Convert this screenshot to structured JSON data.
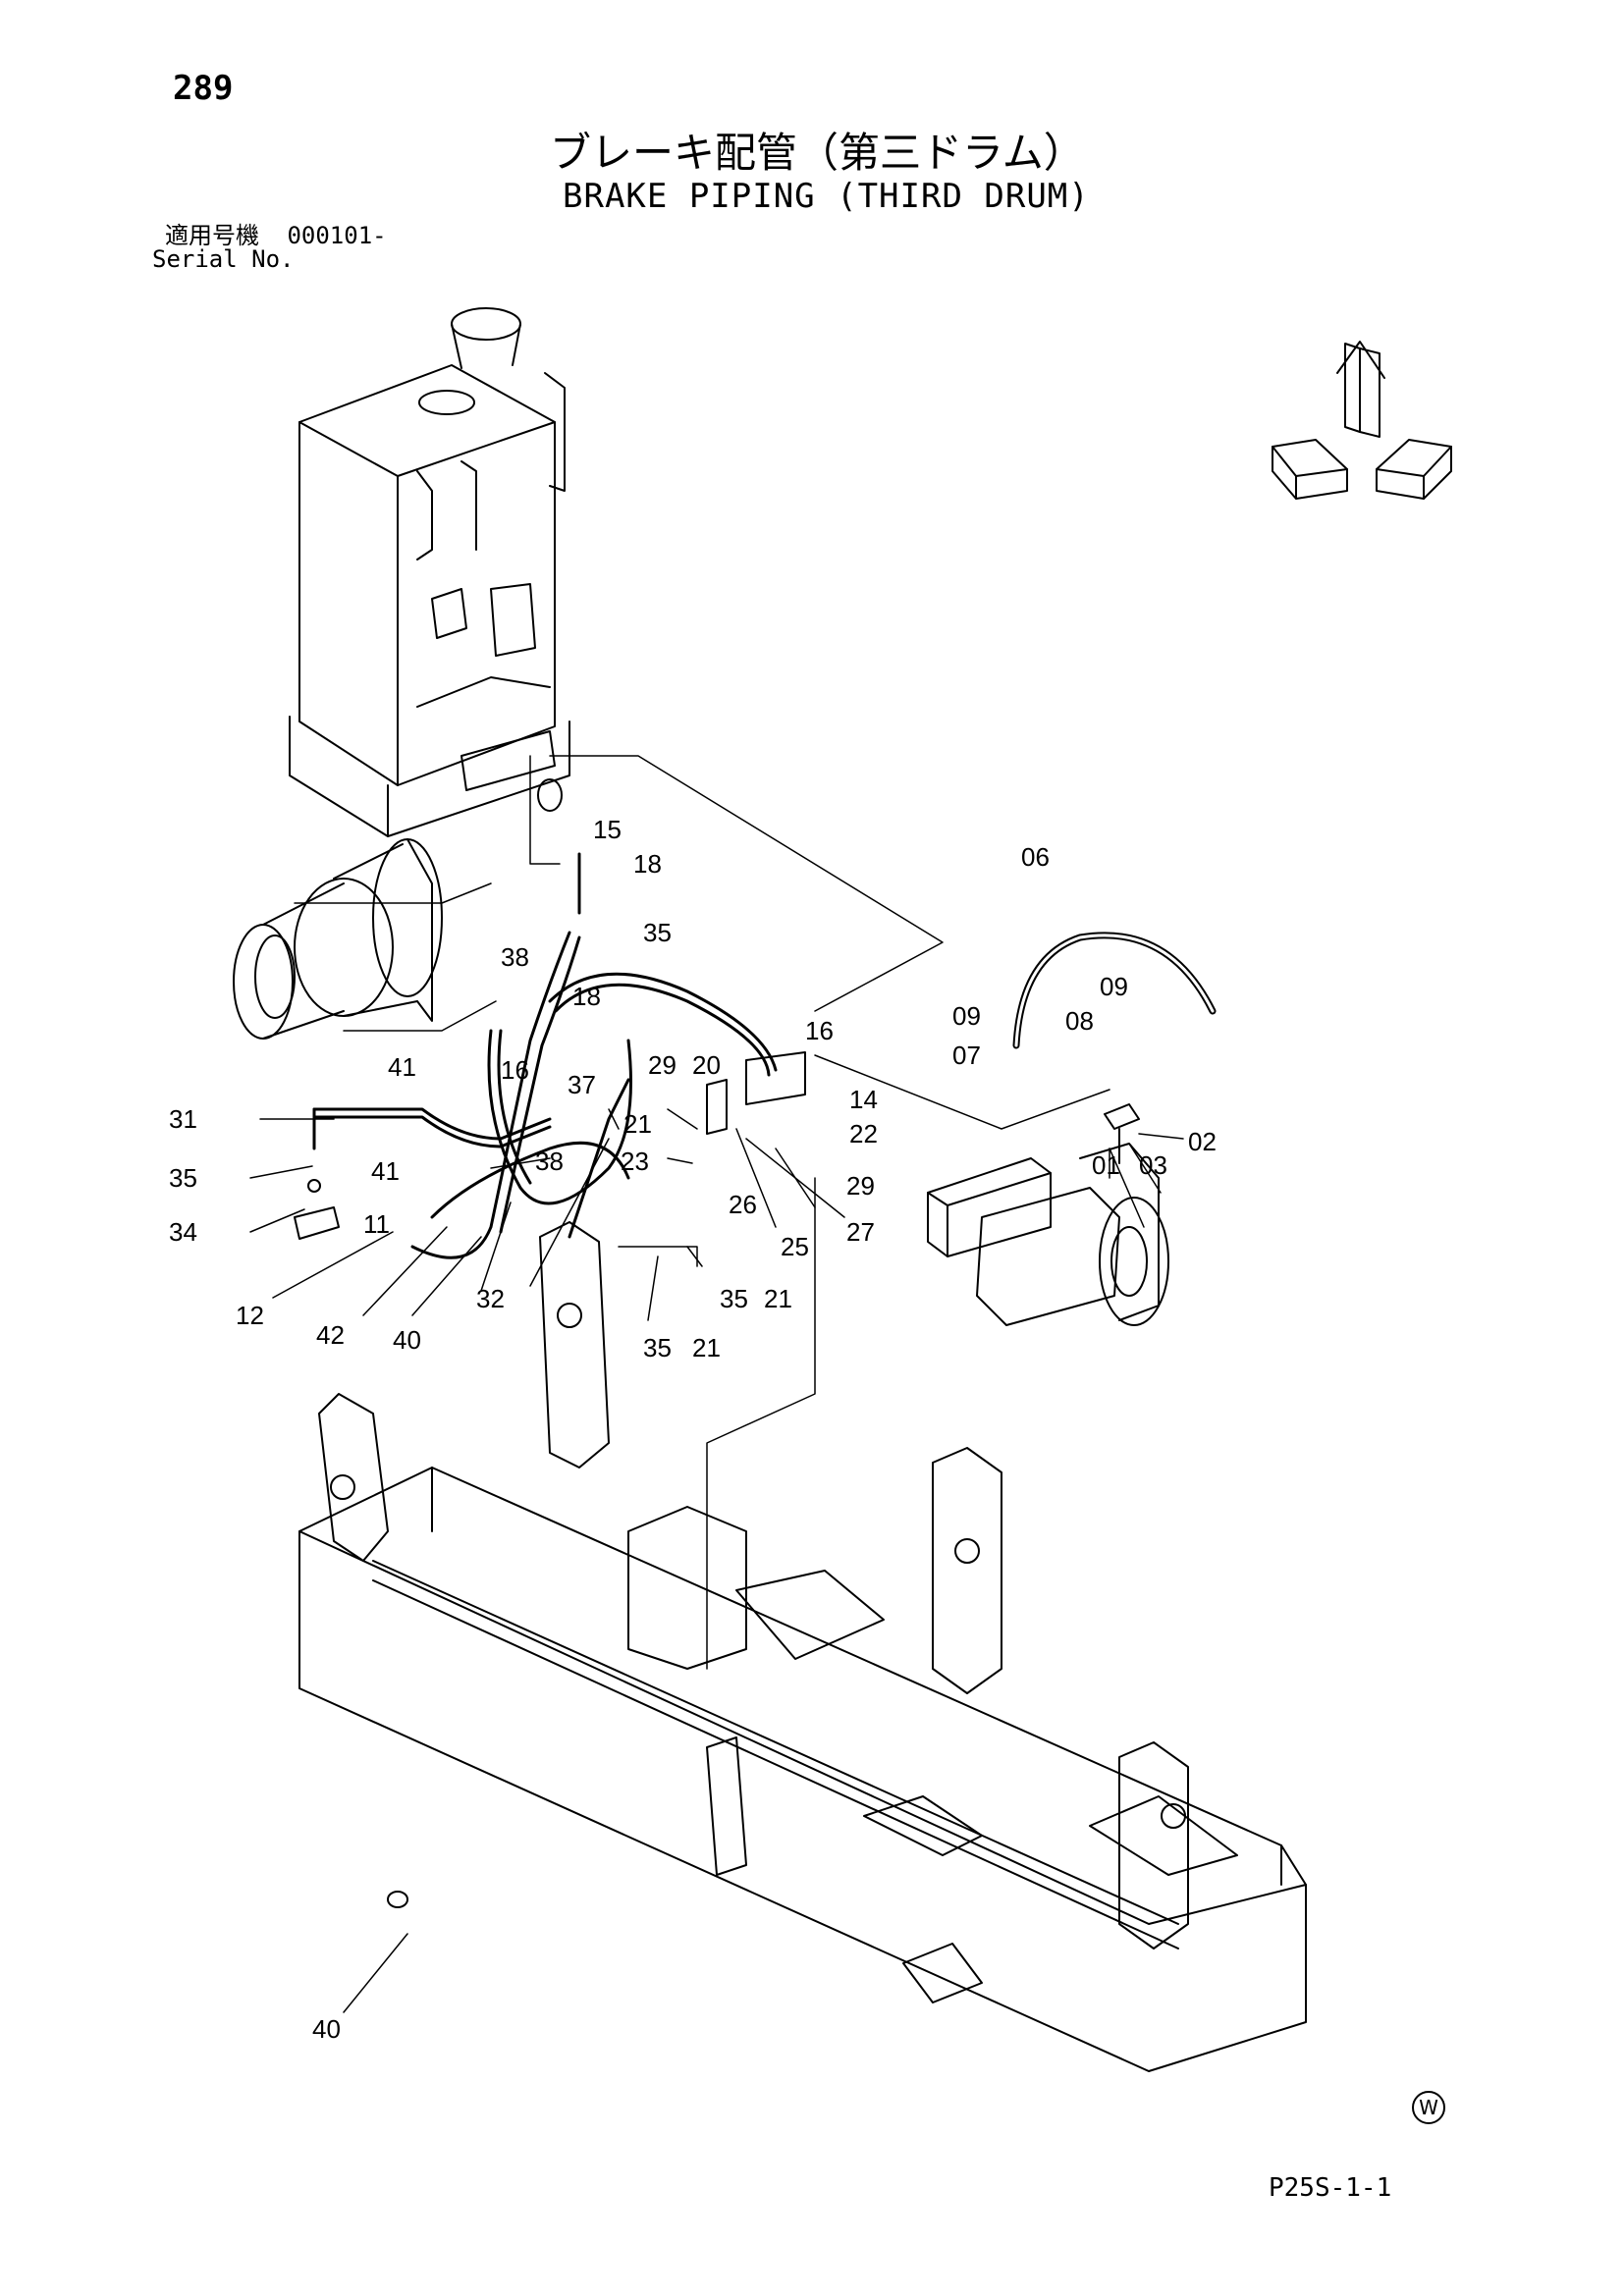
{
  "page_number": "289",
  "title_ja": "ブレーキ配管（第三ドラム）",
  "title_en": "BRAKE PIPING (THIRD DRUM)",
  "serial_label_ja": "適用号機",
  "serial_value": "000101-",
  "serial_label_en": "Serial No.",
  "page_code": "P25S-1-1",
  "w_mark": "W",
  "callouts": [
    "15",
    "18",
    "35",
    "06",
    "38",
    "18",
    "16",
    "09",
    "09",
    "08",
    "07",
    "16",
    "14",
    "02",
    "41",
    "29",
    "20",
    "21",
    "22",
    "03",
    "01",
    "31",
    "35",
    "41",
    "38",
    "37",
    "23",
    "29",
    "34",
    "11",
    "26",
    "27",
    "25",
    "35",
    "21",
    "12",
    "32",
    "42",
    "40",
    "35",
    "21",
    "40"
  ]
}
